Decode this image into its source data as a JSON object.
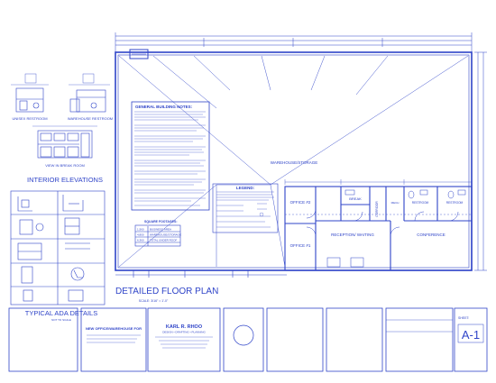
{
  "sheet": {
    "line_color": "#2f44c8",
    "background": "#ffffff"
  },
  "plan": {
    "title": "DETAILED FLOOR PLAN",
    "scale": "SCALE: 3/16\" = 1'-0\"",
    "warehouse_label": "WAREHOUSE/STORAGE",
    "rooms": {
      "office1": "OFFICE #1",
      "office2": "OFFICE #2",
      "break": "BREAK",
      "corridor": "CORRIDOR",
      "reception": "RECEPTION/ WAITING",
      "conference": "CONFERENCE",
      "restroom_left": "RESTROOM",
      "restroom_right": "RESTROOM",
      "mech": "MECH"
    },
    "notes_title": "GENERAL BUILDING NOTES:",
    "legend_title": "LEGEND:",
    "footage_title": "SQUARE FOOTAGES:",
    "footage_rows": [
      {
        "value": "1,560",
        "label": "BUSINESS AREA"
      },
      {
        "value": "4,800",
        "label": "WAREHOUSE/STORAGE"
      },
      {
        "value": "6,360",
        "label": "TOTAL UNDER ROOF"
      }
    ]
  },
  "elevations": {
    "unisex_label": "UNISEX RESTROOM",
    "warehouse_restroom_label": "WAREHOUSE RESTROOM",
    "break_room_label": "VIEW IN BREAK ROOM",
    "section_title": "INTERIOR ELEVATIONS"
  },
  "ada": {
    "title": "TYPICAL ADA DETAILS",
    "subtitle": "NOT TO SCALE"
  },
  "title_block": {
    "project": "NEW OFFICE/WAREHOUSE FOR",
    "firm_name": "KARL R. RHOO",
    "firm_sub": "DESIGN • DRAFTING • PLANNING",
    "sheet_label": "SHEET:",
    "sheet_number": "A-1"
  }
}
